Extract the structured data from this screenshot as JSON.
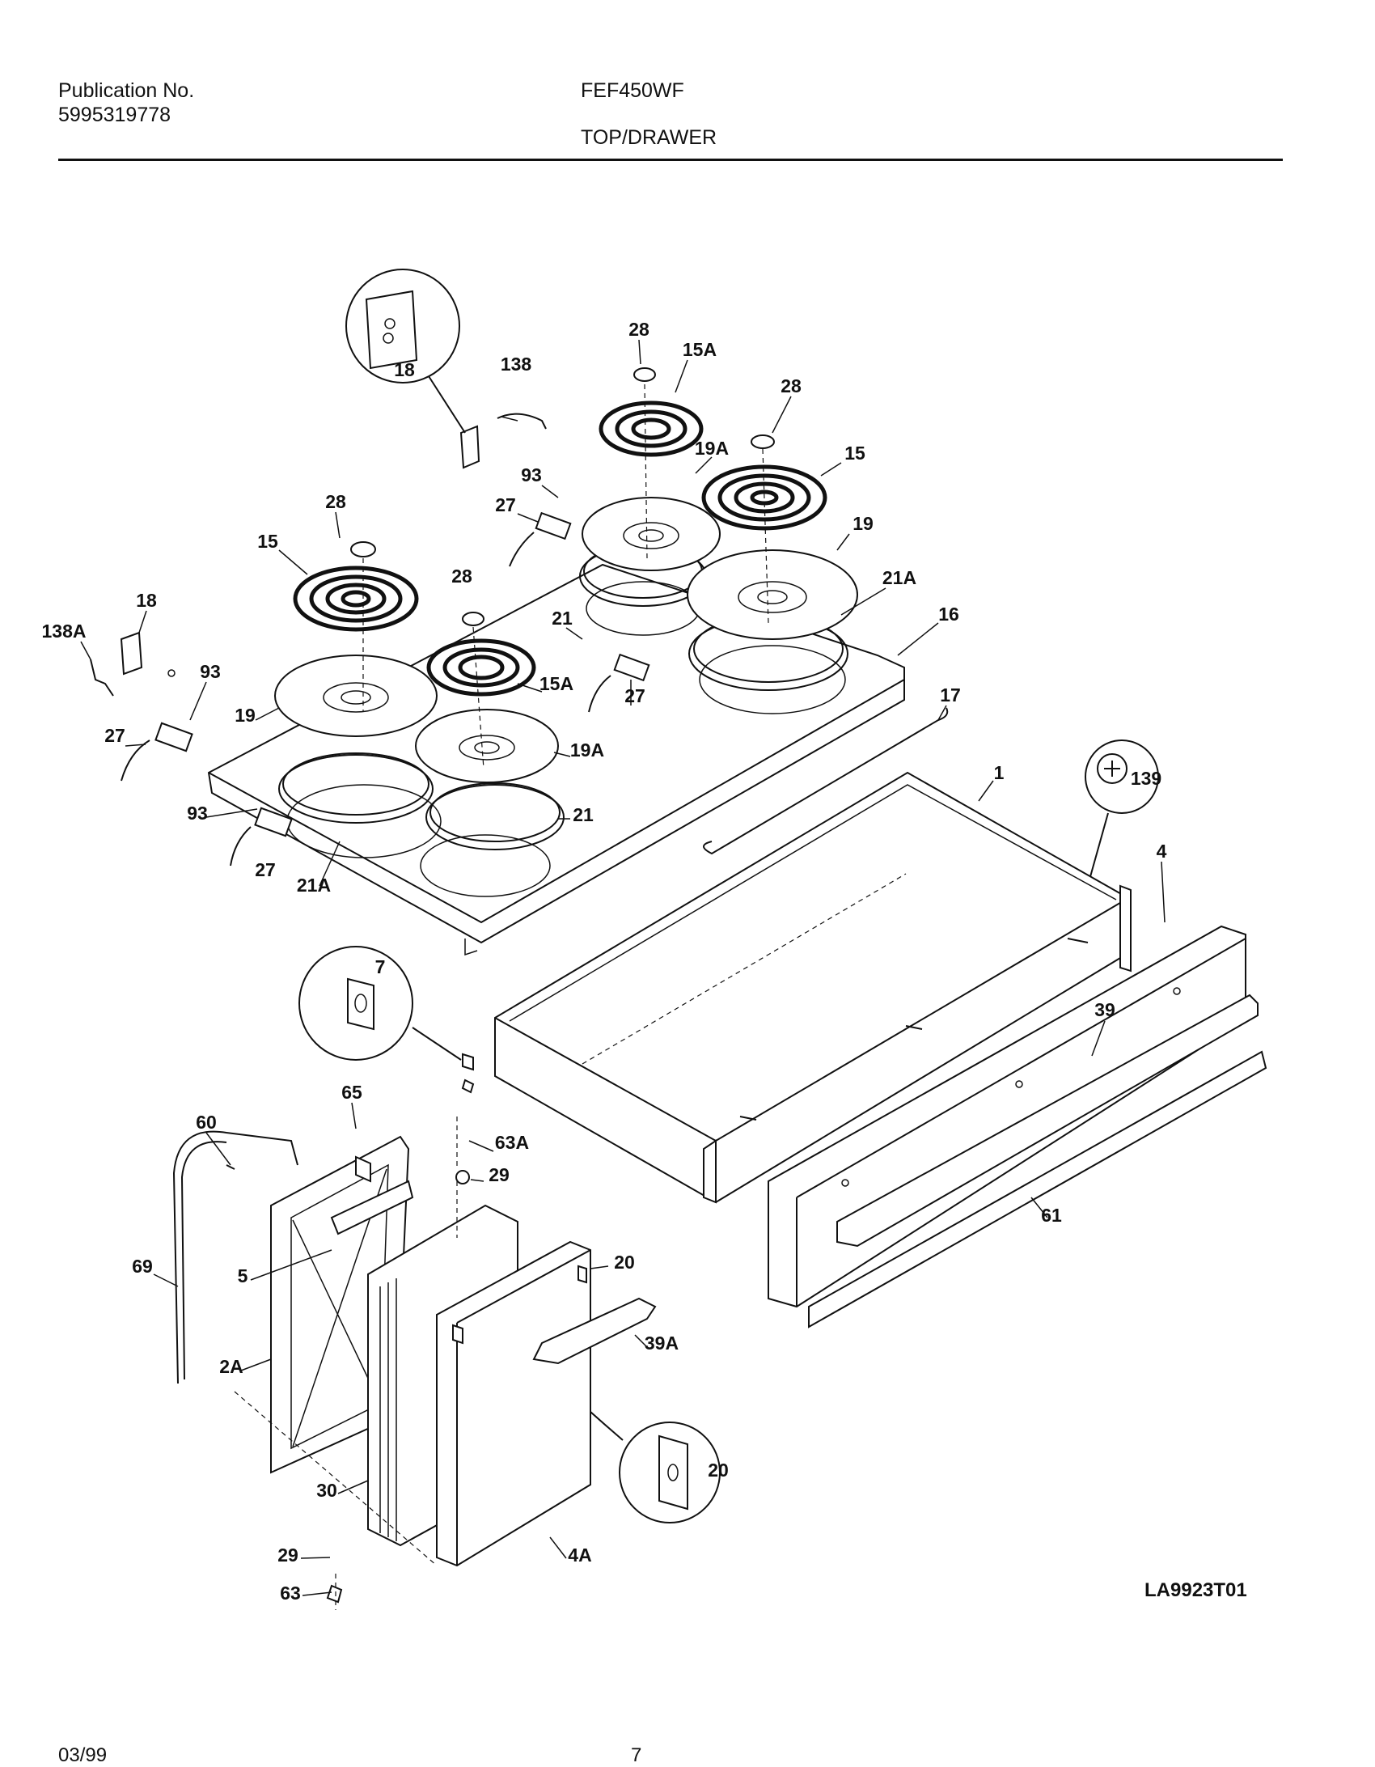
{
  "header": {
    "publication_label": "Publication No.",
    "publication_number": "5995319778",
    "model": "FEF450WF",
    "section": "TOP/DRAWER"
  },
  "diagram": {
    "drawing_code": "LA9923T01",
    "callouts": {
      "c18_circle": "18",
      "c138": "138",
      "c28_a": "28",
      "c15A_a": "15A",
      "c28_b": "28",
      "c93_a": "93",
      "c19A_a": "19A",
      "c15_a": "15",
      "c27_a": "27",
      "c19_a": "19",
      "c28_c": "28",
      "c15_b": "15",
      "c21_a": "21",
      "c21A_a": "21A",
      "c28_d": "28",
      "c16": "16",
      "c18_b": "18",
      "c138A": "138A",
      "c93_b": "93",
      "c15A_b": "15A",
      "c27_b": "27",
      "c19_b": "19",
      "c17": "17",
      "c27_c": "27",
      "c19A_b": "19A",
      "c139": "139",
      "c1": "1",
      "c93_c": "93",
      "c21_b": "21",
      "c27_d": "27",
      "c21A_b": "21A",
      "c4": "4",
      "c7": "7",
      "c39": "39",
      "c65": "65",
      "c60": "60",
      "c63A": "63A",
      "c29_a": "29",
      "c61": "61",
      "c5": "5",
      "c20_a": "20",
      "c69": "69",
      "c39A": "39A",
      "c2A": "2A",
      "c20_b": "20",
      "c30": "30",
      "c4A": "4A",
      "c29_b": "29",
      "c63": "63"
    }
  },
  "footer": {
    "date": "03/99",
    "page": "7"
  }
}
